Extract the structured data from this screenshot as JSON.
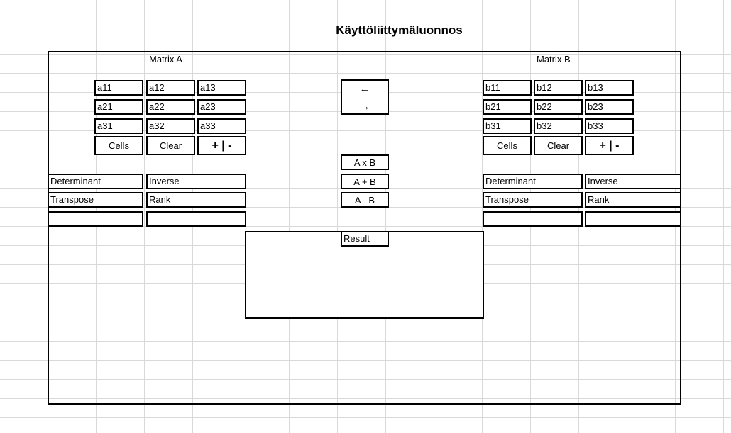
{
  "title": "Käyttöliittymäluonnos",
  "matrix_a": {
    "label": "Matrix A",
    "cells": [
      "a11",
      "a12",
      "a13",
      "a21",
      "a22",
      "a23",
      "a31",
      "a32",
      "a33"
    ],
    "cells_button": "Cells",
    "clear_button": "Clear",
    "plusminus_button": "+ | -",
    "determinant": "Determinant",
    "inverse": "Inverse",
    "transpose": "Transpose",
    "rank": "Rank"
  },
  "matrix_b": {
    "label": "Matrix B",
    "cells": [
      "b11",
      "b12",
      "b13",
      "b21",
      "b22",
      "b23",
      "b31",
      "b32",
      "b33"
    ],
    "cells_button": "Cells",
    "clear_button": "Clear",
    "plusminus_button": "+ | -",
    "determinant": "Determinant",
    "inverse": "Inverse",
    "transpose": "Transpose",
    "rank": "Rank"
  },
  "center": {
    "arrow_left": "←",
    "arrow_right": "→",
    "multiply": "A x B",
    "add": "A + B",
    "subtract": "A - B",
    "result_label": "Result"
  }
}
